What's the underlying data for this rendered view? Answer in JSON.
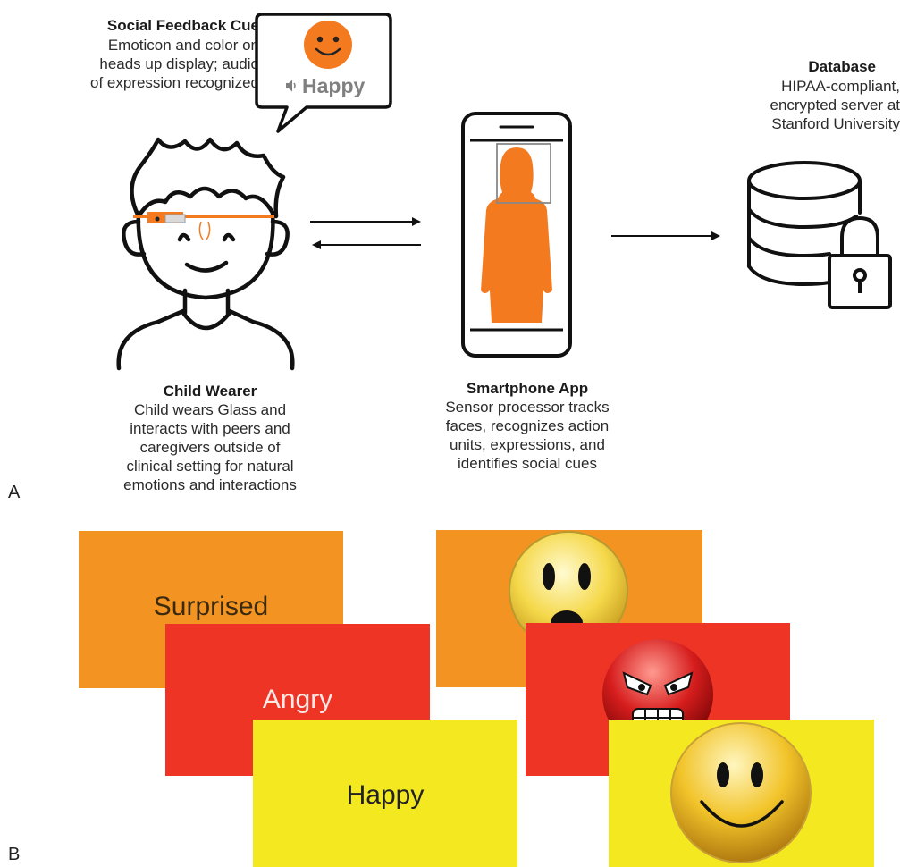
{
  "colors": {
    "accent_orange": "#f47a20",
    "card_orange": "#f39321",
    "card_red": "#ee3425",
    "card_yellow": "#f4e821",
    "line_dark": "#111111",
    "bubble_gray": "#808080"
  },
  "panel_a": {
    "letter": "A",
    "social_feedback": {
      "title": "Social Feedback Cue",
      "lines": [
        "Emoticon and color on",
        "heads up display; audio",
        "of expression recognized"
      ],
      "bubble_label": "Happy",
      "icons": [
        "smiley-icon",
        "speaker-icon"
      ]
    },
    "database": {
      "title": "Database",
      "lines": [
        "HIPAA-compliant,",
        "encrypted server at",
        "Stanford University"
      ],
      "icons": [
        "database-icon",
        "padlock-icon"
      ]
    },
    "child_wearer": {
      "title": "Child Wearer",
      "lines": [
        "Child wears Glass and",
        "interacts with peers and",
        "caregivers outside of",
        "clinical setting for natural",
        "emotions and interactions"
      ]
    },
    "smartphone_app": {
      "title": "Smartphone App",
      "lines": [
        "Sensor processor tracks",
        "faces, recognizes action",
        "units, expressions, and",
        "identifies social cues"
      ]
    }
  },
  "panel_b": {
    "letter": "B",
    "text_cards": [
      {
        "label": "Surprised",
        "color": "#f39321"
      },
      {
        "label": "Angry",
        "color": "#ee3425"
      },
      {
        "label": "Happy",
        "color": "#f4e821"
      }
    ],
    "emoji_cards": [
      {
        "emotion": "surprised",
        "color": "#f39321",
        "icon": "surprised-emoji-icon"
      },
      {
        "emotion": "angry",
        "color": "#ee3425",
        "icon": "angry-emoji-icon"
      },
      {
        "emotion": "happy",
        "color": "#f4e821",
        "icon": "happy-emoji-icon"
      }
    ]
  }
}
